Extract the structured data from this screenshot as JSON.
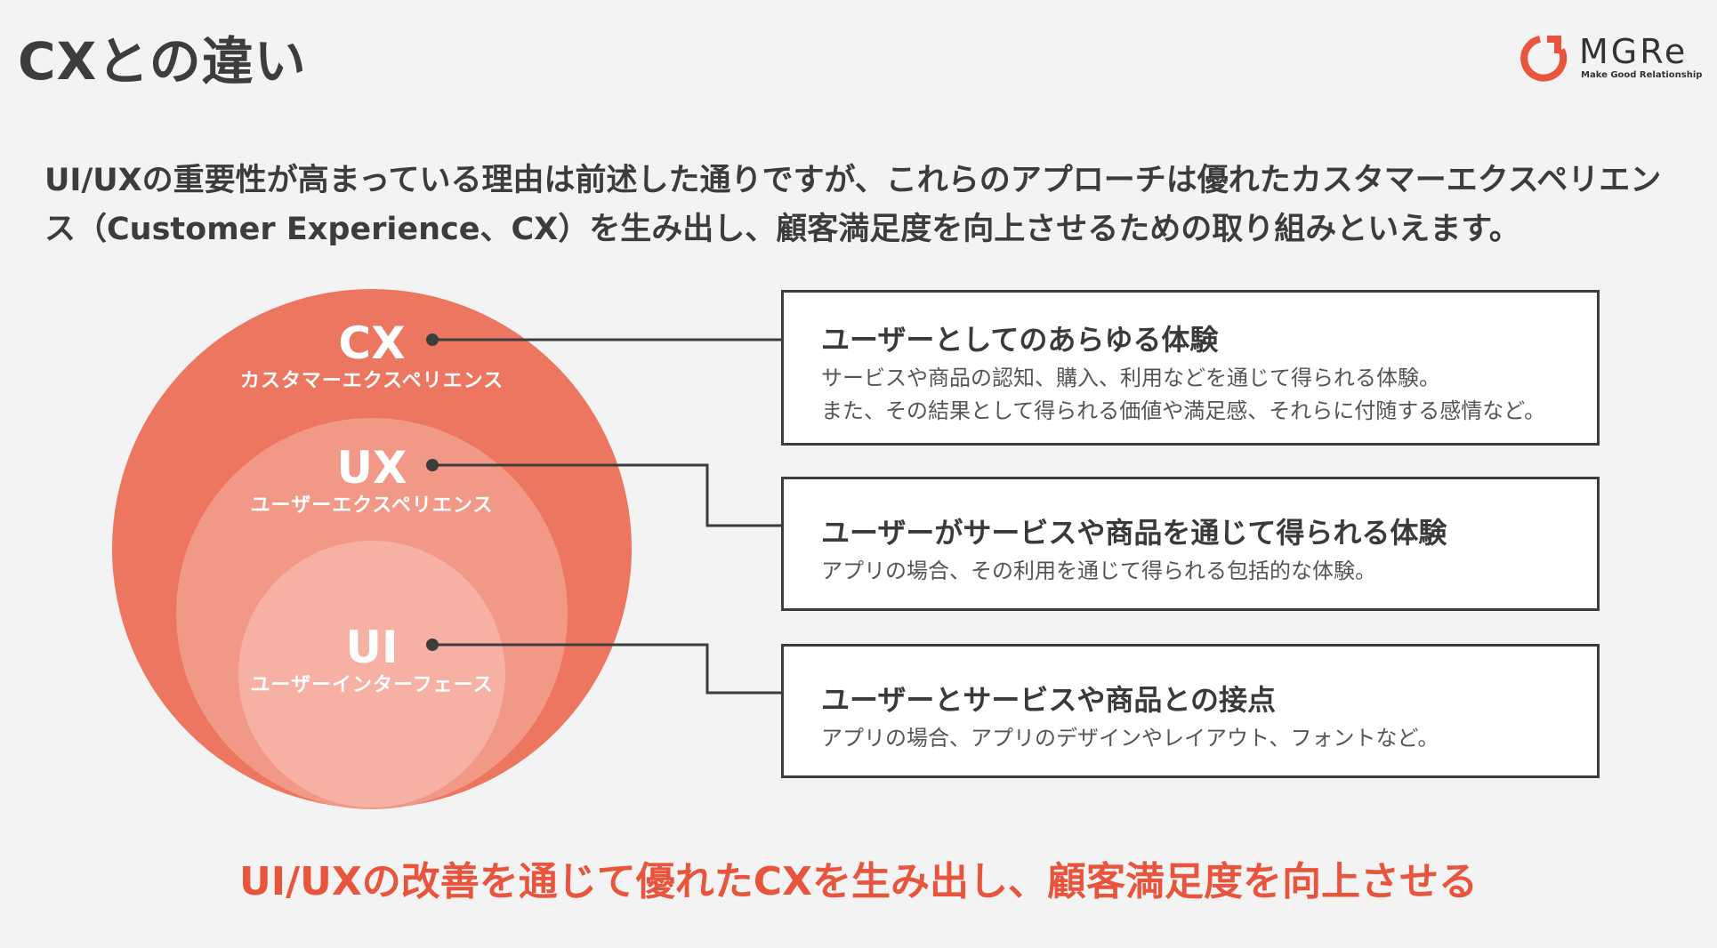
{
  "title": "CXとの違い",
  "logo": {
    "name": "MGRe",
    "tagline": "Make Good Relationship",
    "color": "#e8553c"
  },
  "intro": "UI/UXの重要性が高まっている理由は前述した通りですが、これらのアプローチは優れたカスタマーエクスペリエンス（Customer Experience、CX）を生み出し、顧客満足度を向上させるための取り組みといえます。",
  "circles": {
    "cx": {
      "label": "CX",
      "sublabel": "カスタマーエクスペリエンス",
      "color": "#ed7661"
    },
    "ux": {
      "label": "UX",
      "sublabel": "ユーザーエクスペリエンス",
      "color": "#f29886"
    },
    "ui": {
      "label": "UI",
      "sublabel": "ユーザーインターフェース",
      "color": "#f6b1a4"
    }
  },
  "boxes": [
    {
      "title": "ユーザーとしてのあらゆる体験",
      "lines": [
        "サービスや商品の認知、購入、利用などを通じて得られる体験。",
        "また、その結果として得られる価値や満足感、それらに付随する感情など。"
      ]
    },
    {
      "title": "ユーザーがサービスや商品を通じて得られる体験",
      "lines": [
        "アプリの場合、その利用を通じて得られる包括的な体験。"
      ]
    },
    {
      "title": "ユーザーとサービスや商品との接点",
      "lines": [
        "アプリの場合、アプリのデザインやレイアウト、フォントなど。"
      ]
    }
  ],
  "conclusion": "UI/UXの改善を通じて優れたCXを生み出し、顧客満足度を向上させる",
  "colors": {
    "accent": "#e8553c",
    "text": "#3a3a3a",
    "background": "#f3f3f3"
  }
}
